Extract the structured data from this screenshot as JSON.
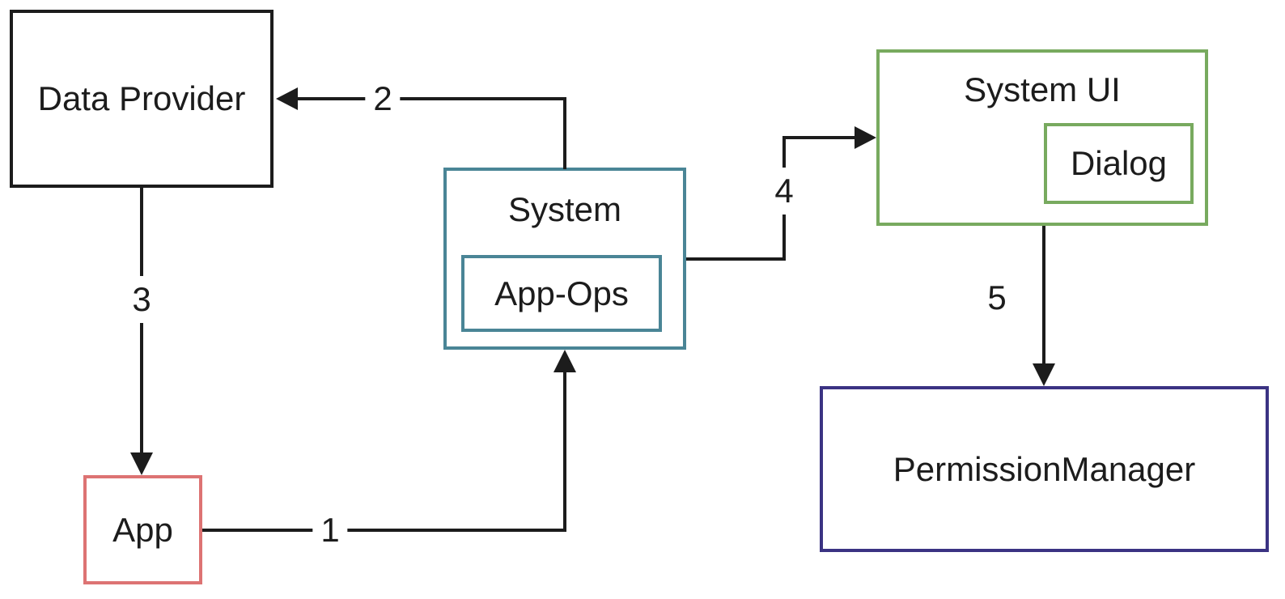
{
  "diagram": {
    "type": "flow-diagram",
    "background": "#ffffff",
    "nodes": {
      "data_provider": {
        "label": "Data Provider",
        "border_color": "#1c1c1c"
      },
      "app": {
        "label": "App",
        "border_color": "#dd7373"
      },
      "system": {
        "label": "System",
        "border_color": "#4a8596"
      },
      "app_ops": {
        "label": "App-Ops",
        "border_color": "#4a8596",
        "parent": "System"
      },
      "system_ui": {
        "label": "System UI",
        "border_color": "#78aa5f"
      },
      "dialog": {
        "label": "Dialog",
        "border_color": "#78aa5f",
        "parent": "System UI"
      },
      "permission_manager": {
        "label": "PermissionManager",
        "border_color": "#3b3383"
      }
    },
    "edges": {
      "step1": {
        "label": "1",
        "from": "App",
        "to": "System"
      },
      "step2": {
        "label": "2",
        "from": "System",
        "to": "Data Provider"
      },
      "step3": {
        "label": "3",
        "from": "Data Provider",
        "to": "App"
      },
      "step4": {
        "label": "4",
        "from": "System",
        "to": "System UI"
      },
      "step5": {
        "label": "5",
        "from": "System UI",
        "to": "PermissionManager"
      }
    },
    "colors": {
      "line": "#1c1c1c",
      "text": "#1c1c1c",
      "red_box": "#dd7373",
      "teal_box": "#4a8596",
      "green_box": "#78aa5f",
      "purple_box": "#3b3383",
      "black_box": "#1c1c1c"
    }
  }
}
